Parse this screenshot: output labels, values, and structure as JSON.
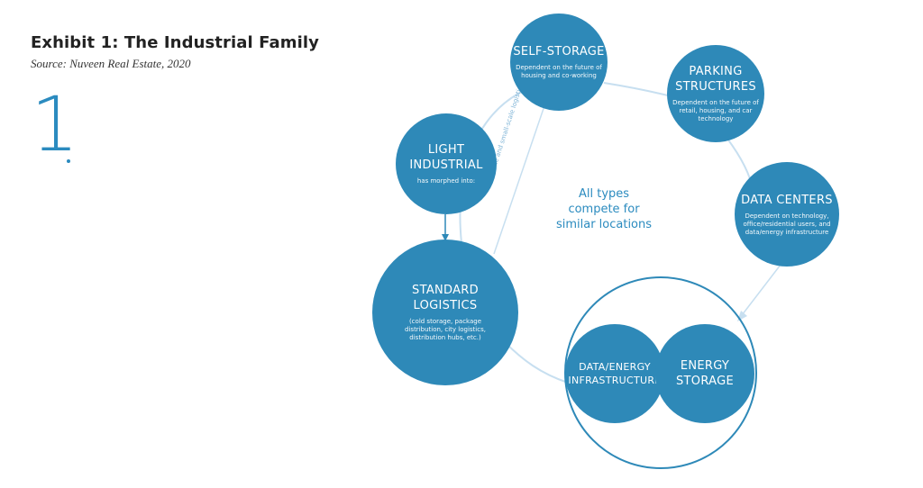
{
  "header": {
    "title": "Exhibit 1: The Industrial Family",
    "source": "Source: Nuveen Real Estate, 2020",
    "exhibit_number": "1"
  },
  "diagram": {
    "center_text": "All types\ncompete for\nsimilar locations",
    "arc_label": "Private and small-scale logistics",
    "nodes": {
      "self_storage": {
        "title": "SELF-STORAGE",
        "desc": "Dependent on the future of\nhousing and co-working"
      },
      "parking": {
        "title": "PARKING\nSTRUCTURES",
        "desc": "Dependent on the future of\nretail, housing, and car\ntechnology"
      },
      "data_centers": {
        "title": "DATA CENTERS",
        "desc": "Dependent on technology,\noffice/residential users, and\ndata/energy infrastructure"
      },
      "light_industrial": {
        "title": "LIGHT\nINDUSTRIAL",
        "desc": "has morphed into:"
      },
      "standard_logistics": {
        "title": "STANDARD\nLOGISTICS",
        "desc": "(cold storage, package\ndistribution, city logistics,\ndistribution hubs, etc.)"
      },
      "data_energy": {
        "title": "DATA/ENERGY\nINFRASTRUCTURE"
      },
      "energy_storage": {
        "title": "ENERGY\nSTORAGE"
      }
    },
    "colors": {
      "node": "#2e89b8",
      "line": "#bcd9ec",
      "accent": "#2b8bbf"
    }
  }
}
